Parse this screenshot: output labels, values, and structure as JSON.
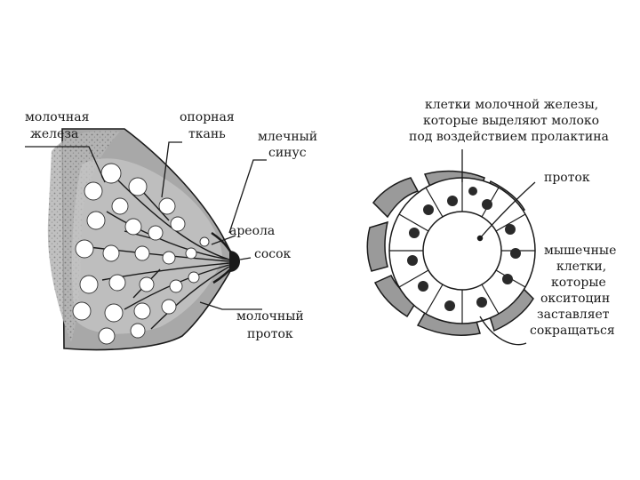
{
  "left_diagram": {
    "labels": {
      "mammary_gland": [
        "молочная",
        "железа"
      ],
      "supporting_tissue": [
        "опорная",
        "ткань"
      ],
      "milk_sinus": [
        "млечный",
        "синус"
      ],
      "areola": "ареола",
      "nipple": "сосок",
      "milk_duct": [
        "молочный",
        "проток"
      ]
    }
  },
  "right_diagram": {
    "labels": {
      "secretory_cells": [
        "клетки молочной железы,",
        "которые выделяют молоко",
        "под воздействием пролактина"
      ],
      "duct": "проток",
      "muscle_cells": [
        "мышечные",
        "клетки,",
        "которые",
        "окситоцин",
        "заставляет",
        "сокращаться"
      ]
    }
  },
  "colors": {
    "ink": "#1a1a1a",
    "tissue": "#a4a4a4",
    "muscle_cell": "#9a9a9a",
    "background": "#ffffff"
  }
}
